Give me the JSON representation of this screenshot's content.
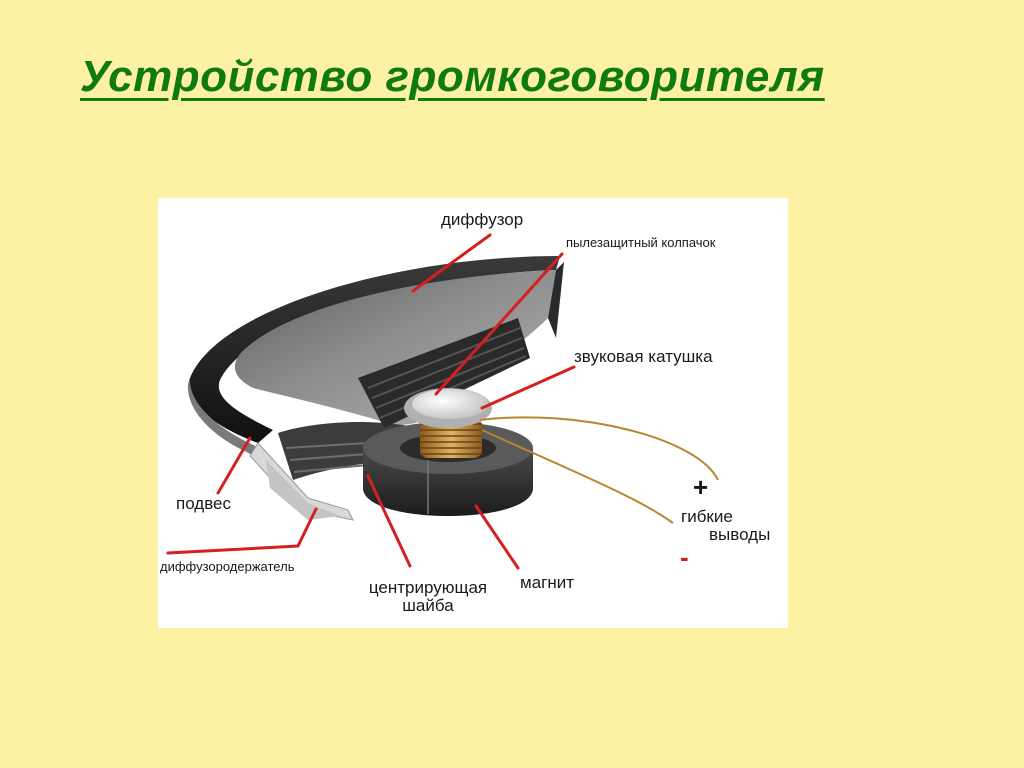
{
  "slide": {
    "title": "Устройство  громкоговорителя"
  },
  "diagram": {
    "labels": {
      "diffuser": "диффузор",
      "dust_cap": "пылезащитный колпачок",
      "voice_coil": "звуковая катушка",
      "suspension": "подвес",
      "basket": "диффузородержатель",
      "spider_line1": "центрирующая",
      "spider_line2": "шайба",
      "magnet": "магнит",
      "leads_line1": "гибкие",
      "leads_line2": "выводы",
      "plus": "+",
      "minus": "-"
    },
    "colors": {
      "pointer": "#D42020",
      "title": "#0F7A0F",
      "background": "#FDF2A3"
    }
  }
}
